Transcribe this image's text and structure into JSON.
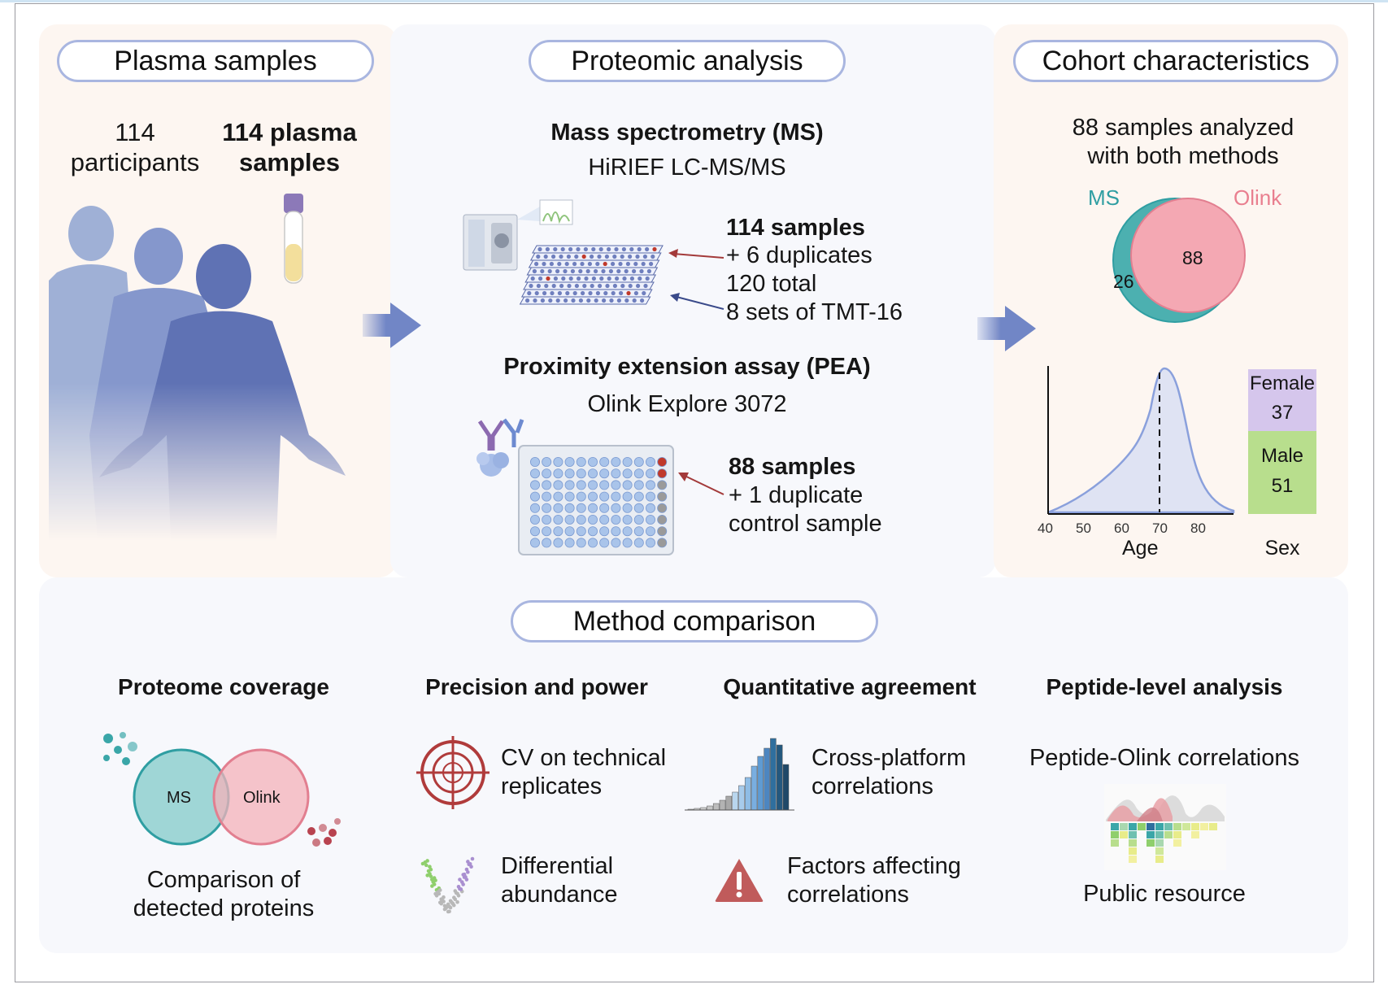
{
  "plasma": {
    "title": "Plasma samples",
    "participants_count": "114",
    "participants_label": "participants",
    "samples_line1": "114 plasma",
    "samples_line2": "samples"
  },
  "proteomic": {
    "title": "Proteomic analysis",
    "ms_title": "Mass spectrometry (MS)",
    "ms_subtitle": "HiRIEF LC-MS/MS",
    "ms_samples": "114 samples",
    "ms_duplicates": "+ 6 duplicates",
    "ms_total": "120 total",
    "ms_sets": "8 sets of TMT-16",
    "pea_title": "Proximity extension assay (PEA)",
    "pea_subtitle": "Olink Explore 3072",
    "pea_samples": "88 samples",
    "pea_duplicate": "+ 1 duplicate",
    "pea_control": "control sample"
  },
  "cohort": {
    "title": "Cohort characteristics",
    "analyzed_line1": "88 samples analyzed",
    "analyzed_line2": "with both methods",
    "venn_ms_label": "MS",
    "venn_olink_label": "Olink",
    "venn_overlap": "88",
    "venn_ms_only": "26",
    "age_axis_label": "Age",
    "age_ticks": [
      "40",
      "50",
      "60",
      "70",
      "80"
    ],
    "sex_axis_label": "Sex",
    "female_label": "Female",
    "female_count": "37",
    "male_label": "Male",
    "male_count": "51",
    "colors": {
      "ms": "#3aa6a8",
      "olink": "#f0a3ad",
      "female": "#cfc0e8",
      "male": "#b7dc8a"
    }
  },
  "method": {
    "title": "Method comparison",
    "coverage_title": "Proteome coverage",
    "coverage_venn_ms": "MS",
    "coverage_venn_olink": "Olink",
    "coverage_caption_line1": "Comparison of",
    "coverage_caption_line2": "detected proteins",
    "precision_title": "Precision and power",
    "cv_line1": "CV on technical",
    "cv_line2": "replicates",
    "diff_line1": "Differential",
    "diff_line2": "abundance",
    "quant_title": "Quantitative agreement",
    "cross_line1": "Cross-platform",
    "cross_line2": "correlations",
    "factors_line1": "Factors affecting",
    "factors_line2": "correlations",
    "peptide_title": "Peptide-level analysis",
    "peptide_corr": "Peptide-Olink correlations",
    "public_resource": "Public resource"
  }
}
